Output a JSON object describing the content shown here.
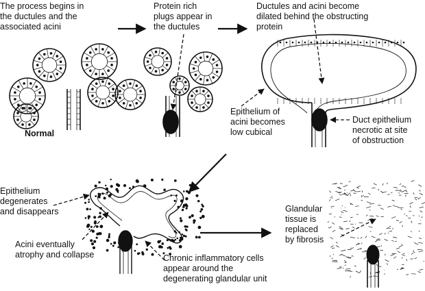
{
  "labels": {
    "step1": [
      "The process begins in",
      "the ductules and the",
      "associated acini"
    ],
    "step2": [
      "Protein rich",
      "plugs appear in",
      "the ductules"
    ],
    "step3": [
      "Ductules and acini become",
      "dilated behind the obstructing",
      "protein"
    ],
    "normal": "Normal",
    "acini_epithelium": [
      "Epithelium of",
      "acini becomes",
      "low cubical"
    ],
    "duct_necrosis": [
      "Duct epithelium",
      "necrotic at site",
      "of obstruction"
    ],
    "epithelium_degenerates": [
      "Epithelium",
      "degenerates",
      "and disappears"
    ],
    "acini_atrophy": [
      "Acini eventually",
      "atrophy and collapse"
    ],
    "inflammatory_cells": [
      "Chronic inflammatory cells",
      "appear around the",
      "degenerating glandular unit"
    ],
    "fibrosis": [
      "Glandular",
      "tissue is",
      "replaced",
      "by fibrosis"
    ]
  },
  "colors": {
    "ink": "#111111",
    "plug": "#111111",
    "background": "#ffffff"
  }
}
